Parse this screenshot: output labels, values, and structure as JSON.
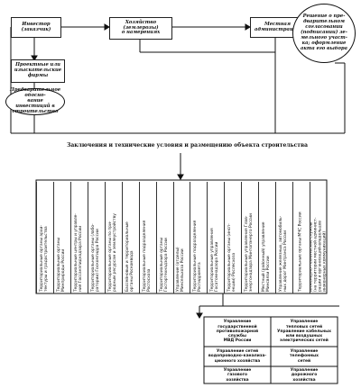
{
  "diagram": {
    "top": {
      "investor": "Инвестор\n(заказчик)",
      "owner": "Хозяйство\n(землерозы)\nо намерениях",
      "local_admin": "Местная\nадминистрация",
      "decision": "Решение о пре-\nдварительном\nсогласовании\n(подписании) зе-\nмельного участ-\nка; оформление\nакта его выбора"
    },
    "left": {
      "designers": "Проектные или\nизыскательские\nфирмы",
      "prelim": "Предварительное обосно-\nвание инвестиций в\nстроительство"
    },
    "banner": "Заключения и технические условия и размещению объекта строительства",
    "agencies": [
      "Территориальные органы архи-\nтектуры и градостроительства",
      "Территориальные органы\nМинприроды России",
      "Территориальные центры и управле-\nния Госсанэпиднадзора России",
      "Территориальные органы (лабо-\nратории) Госкомгидра России",
      "Территориальные органы по при-\nродным ресурсам и землеустройству",
      "Бассейновые и территориальные\nорганы Роскомвода",
      "Территориальные подразделения\nРосгосхоза",
      "Территориальные органы\nГосгортехнадзора России",
      "Управление (отделы)\nМинсельхоза России",
      "Территориальные подразделения\nРосгидромета",
      "Территориальные управления\nГосатомнадзора России",
      "Территориальные органы (инсп-\nекции) Рослесхоза",
      "Территориальные управления Глав-\nэнергонадзора Минтопэнерго России",
      "Местный (районный) управление\nМинсвязи России",
      "Управление железных, автомобиль-\nных дорог Минтранса России",
      "Территориальные органы МЧС России",
      "Инженерно-технические службы\n(на территории местной админист-\nрации и организаций-владельцев\nинженерных коммуникаций)"
    ],
    "services": [
      [
        "Управление\nгосударственной\nпротивопожарной\nслужбы\nМВД России",
        "Управление\nтепловых сетей\nУправление кабельных\nили воздушных\nэлектрических сетей"
      ],
      [
        "Управление сетей\nводопроводно-канализа-\nционного хозяйства",
        "Управление\nтелефонных\nсетей"
      ],
      [
        "Управление\nгазового\nхозяйства",
        "Управление\nдорожного\nхозяйства"
      ]
    ]
  }
}
